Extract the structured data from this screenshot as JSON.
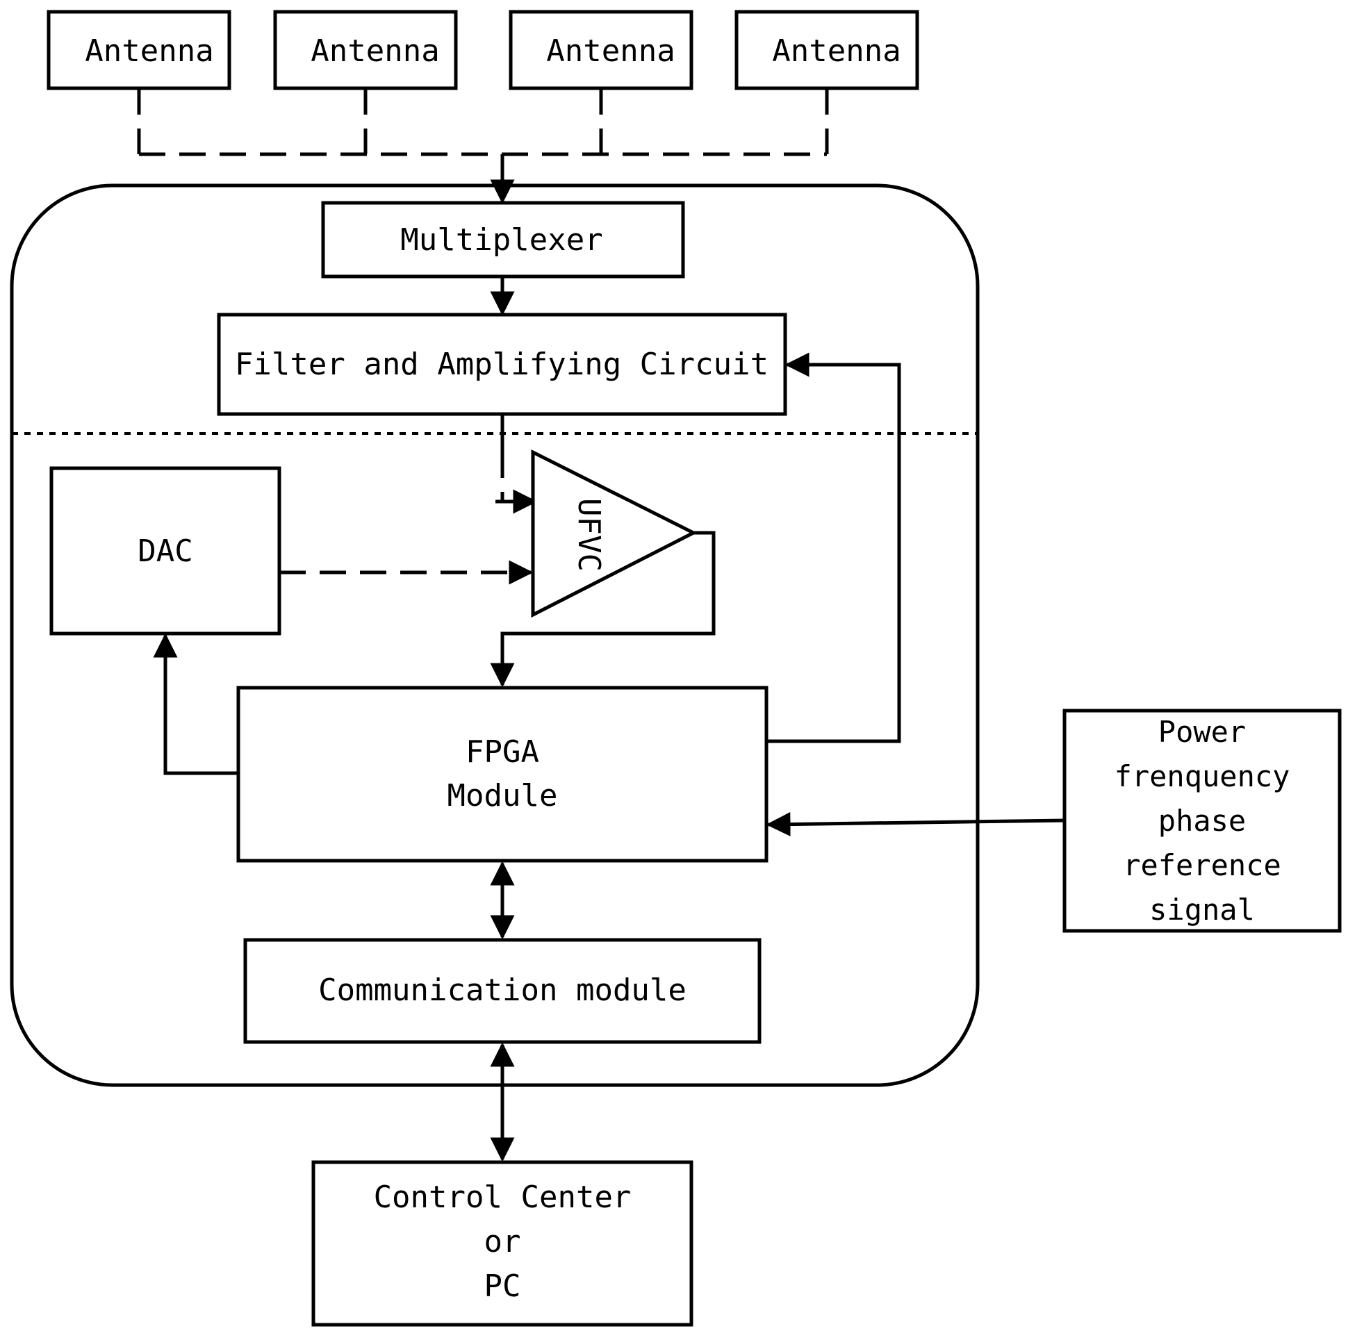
{
  "antennas": [
    {
      "label": "Antenna"
    },
    {
      "label": "Antenna"
    },
    {
      "label": "Antenna"
    },
    {
      "label": "Antenna"
    }
  ],
  "blocks": {
    "multiplexer": "Multiplexer",
    "filter": "Filter and Amplifying Circuit",
    "dac": "DAC",
    "ufvc": "UFVC",
    "fpga": [
      "FPGA",
      "Module"
    ],
    "communication": "Communication module",
    "control_center": [
      "Control Center",
      "or",
      "PC"
    ],
    "power_reference": [
      "Power",
      "frenquency",
      "phase",
      "reference",
      "signal"
    ]
  }
}
